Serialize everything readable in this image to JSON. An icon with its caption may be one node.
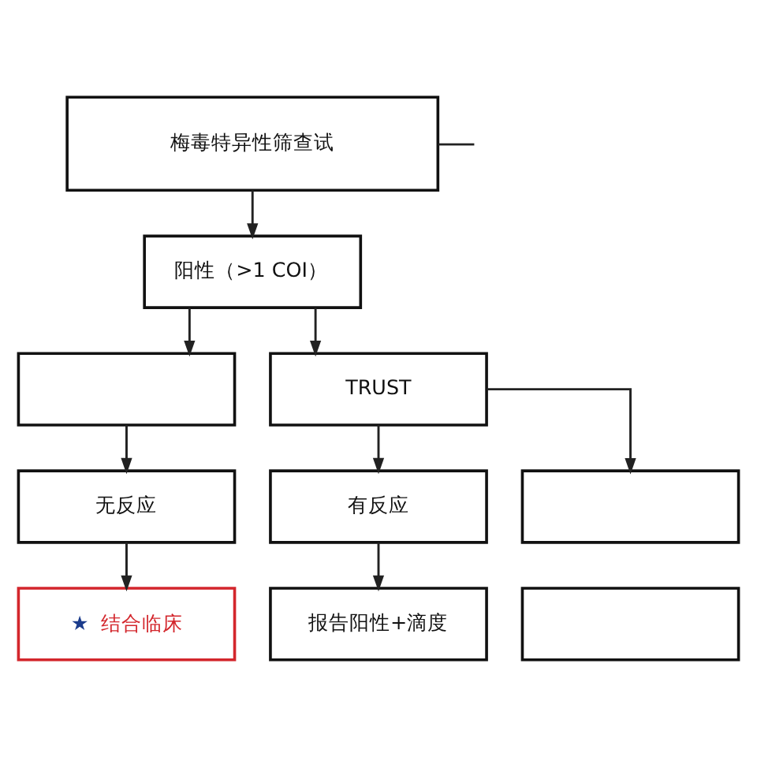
{
  "diagram": {
    "nodes": [
      {
        "text": [
          "梅毒特异性筛查试"
        ]
      },
      {
        "text": [
          "阳性（>1 COI）"
        ]
      },
      {
        "text": [],
        "shape": "box"
      },
      {
        "text": [
          "TRUST"
        ]
      },
      {
        "text": [
          "无反应"
        ]
      },
      {
        "text": [
          "有反应"
        ]
      },
      {
        "text": [],
        "shape": "box"
      },
      {
        "text": [
          "★",
          "结合临床"
        ]
      },
      {
        "text": [
          "报告阳性+滴度"
        ]
      },
      {
        "text": [],
        "shape": "box"
      }
    ],
    "edges": [
      {
        "from": 0,
        "to": 1,
        "arrow": "to"
      },
      {
        "from": 0,
        "to": null,
        "arrow": "none"
      },
      {
        "from": 1,
        "to": 2,
        "arrow": "to"
      },
      {
        "from": 1,
        "to": 3,
        "arrow": "to"
      },
      {
        "from": 2,
        "to": 4,
        "arrow": "to"
      },
      {
        "from": 3,
        "to": 5,
        "arrow": "to"
      },
      {
        "from": 3,
        "to": 6,
        "arrow": "to"
      },
      {
        "from": 4,
        "to": 7,
        "arrow": "to"
      },
      {
        "from": 5,
        "to": 8,
        "arrow": "to"
      }
    ]
  }
}
